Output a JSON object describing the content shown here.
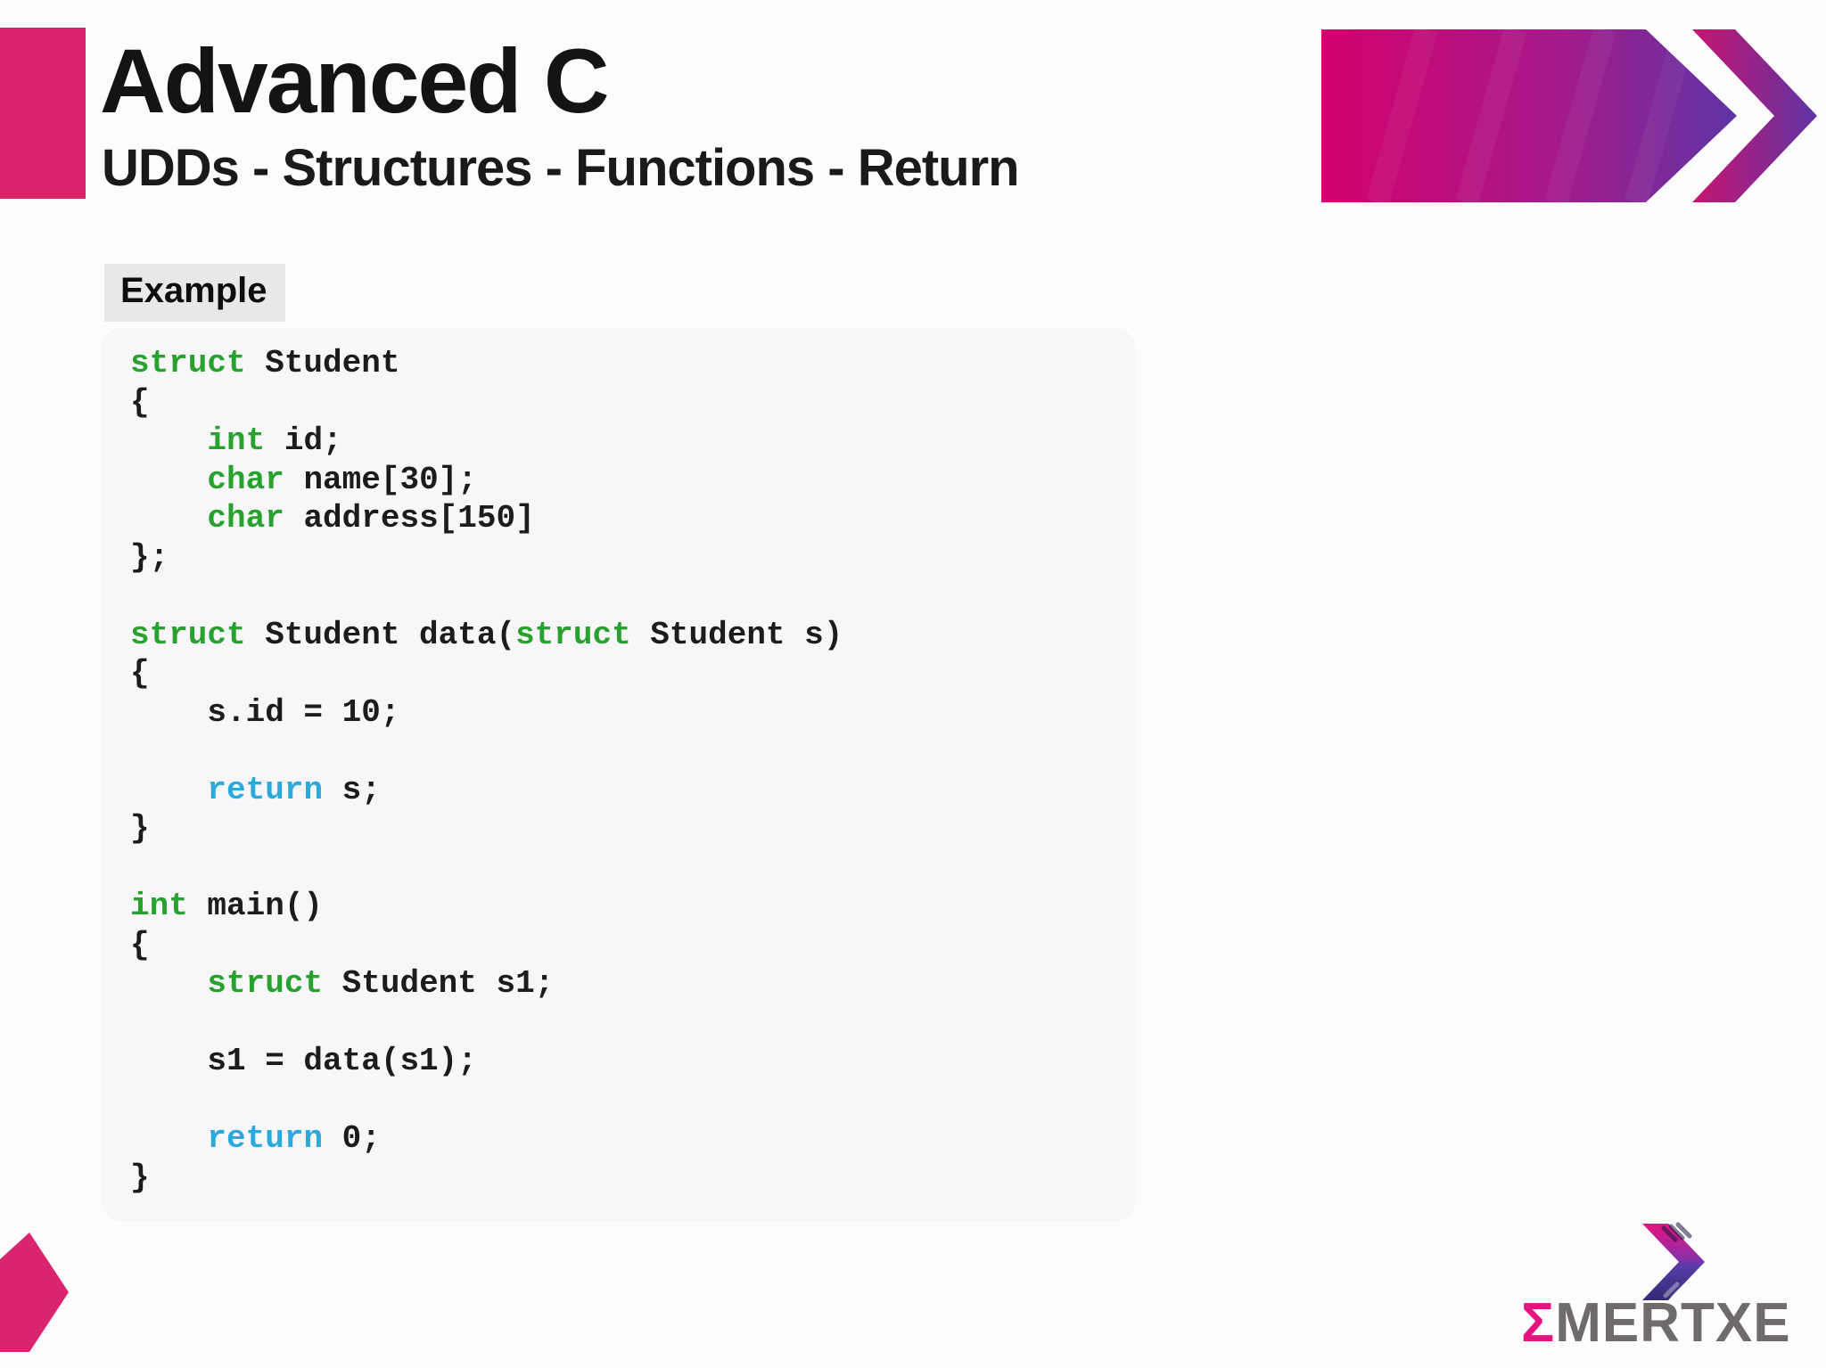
{
  "slide": {
    "title": "Advanced C",
    "subtitle": "UDDs - Structures - Functions - Return"
  },
  "example": {
    "label": "Example"
  },
  "code": {
    "colors": {
      "keyword": "#28A22E",
      "returnKeyword": "#29A9DC",
      "plain": "#1C1C1C"
    },
    "lines": [
      [
        {
          "text": "struct",
          "color": "keyword"
        },
        {
          "text": " Student",
          "color": "plain"
        }
      ],
      [
        {
          "text": "{",
          "color": "plain"
        }
      ],
      [
        {
          "text": "    ",
          "color": "plain"
        },
        {
          "text": "int",
          "color": "keyword"
        },
        {
          "text": " id;",
          "color": "plain"
        }
      ],
      [
        {
          "text": "    ",
          "color": "plain"
        },
        {
          "text": "char",
          "color": "keyword"
        },
        {
          "text": " name[30];",
          "color": "plain"
        }
      ],
      [
        {
          "text": "    ",
          "color": "plain"
        },
        {
          "text": "char",
          "color": "keyword"
        },
        {
          "text": " address[150]",
          "color": "plain"
        }
      ],
      [
        {
          "text": "};",
          "color": "plain"
        }
      ],
      [],
      [
        {
          "text": "struct",
          "color": "keyword"
        },
        {
          "text": " Student data(",
          "color": "plain"
        },
        {
          "text": "struct",
          "color": "keyword"
        },
        {
          "text": " Student s)",
          "color": "plain"
        }
      ],
      [
        {
          "text": "{",
          "color": "plain"
        }
      ],
      [
        {
          "text": "    s.id = 10;",
          "color": "plain"
        }
      ],
      [],
      [
        {
          "text": "    ",
          "color": "plain"
        },
        {
          "text": "return",
          "color": "returnKeyword"
        },
        {
          "text": " s;",
          "color": "plain"
        }
      ],
      [
        {
          "text": "}",
          "color": "plain"
        }
      ],
      [],
      [
        {
          "text": "int",
          "color": "keyword"
        },
        {
          "text": " main()",
          "color": "plain"
        }
      ],
      [
        {
          "text": "{",
          "color": "plain"
        }
      ],
      [
        {
          "text": "    ",
          "color": "plain"
        },
        {
          "text": "struct",
          "color": "keyword"
        },
        {
          "text": " Student s1;",
          "color": "plain"
        }
      ],
      [],
      [
        {
          "text": "    s1 = data(s1);",
          "color": "plain"
        }
      ],
      [],
      [
        {
          "text": "    ",
          "color": "plain"
        },
        {
          "text": "return",
          "color": "returnKeyword"
        },
        {
          "text": " 0;",
          "color": "plain"
        }
      ],
      [
        {
          "text": "}",
          "color": "plain"
        }
      ]
    ]
  },
  "logo": {
    "sigma": "Σ",
    "name": "MERTXE"
  },
  "brand_colors": {
    "pinkBlock": "#D9246E",
    "arrowMagenta": "#D4016E",
    "arrowPurple": "#5F34A5",
    "exampleLabelBg": "#E9E8E9",
    "codePanelBg": "#F7F6F9",
    "logoGray": "#6E6A6E",
    "logoPink": "#E5137F"
  }
}
